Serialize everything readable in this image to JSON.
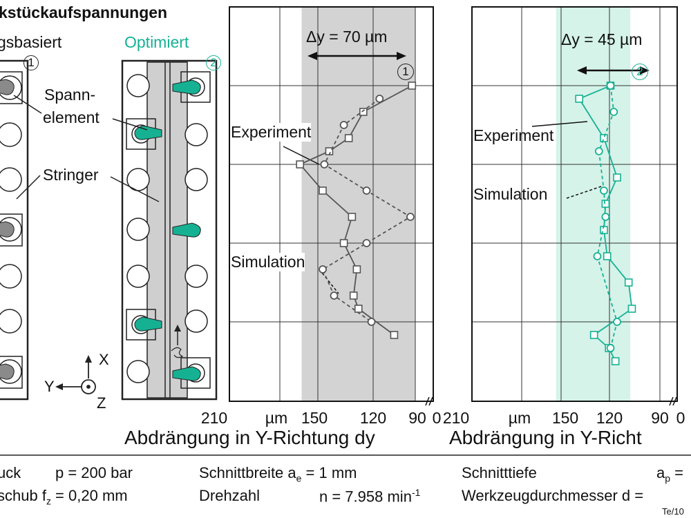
{
  "header": {
    "title": "kstückaufspannungen",
    "left_variant": "gsbasiert",
    "right_variant": "Optimiert",
    "marker1": "1",
    "marker2": "2"
  },
  "diagram": {
    "label_spannelement_1": "Spann-",
    "label_spannelement_2": "element",
    "label_stringer": "Stringer",
    "axis_x": "X",
    "axis_y": "Y",
    "axis_z": "Z"
  },
  "colors": {
    "teal": "#16b193",
    "gray": "#555555",
    "band_gray": "#d3d3d3",
    "band_teal": "#d5f3e9",
    "stringer": "#cfcfcf"
  },
  "chart_data": [
    {
      "type": "line",
      "title": "Δy = 70 µm",
      "marker": "1",
      "xlabel": "Abdrängung in Y-Richtung dy",
      "x_unit": "µm",
      "xlim_reversed": [
        210,
        0
      ],
      "x_axis_break": true,
      "x_ticks": [
        "210",
        "µm",
        "150",
        "120",
        "90",
        "0"
      ],
      "band_x": [
        160,
        90
      ],
      "series": [
        {
          "name": "Experiment",
          "style": "solid",
          "marker": "square",
          "x": [
            92,
            122,
            131,
            143,
            161,
            147,
            129,
            134,
            126,
            128,
            125,
            103
          ],
          "y": [
            1,
            3,
            5,
            6,
            7,
            9,
            11,
            13,
            15,
            17,
            18,
            20
          ]
        },
        {
          "name": "Simulation",
          "style": "dashed",
          "marker": "circle",
          "x": [
            112,
            134,
            146,
            120,
            93,
            120,
            147,
            140,
            117
          ],
          "y": [
            2,
            4,
            7,
            9,
            11,
            13,
            15,
            17,
            19
          ]
        }
      ],
      "annotations": [
        "Experiment",
        "Simulation"
      ]
    },
    {
      "type": "line",
      "title": "Δy = 45 µm",
      "marker": "2",
      "xlabel": "Abdrängung in Y-Richt",
      "x_unit": "µm",
      "xlim_reversed": [
        210,
        0
      ],
      "x_axis_break": true,
      "x_ticks": [
        "210",
        "µm",
        "150",
        "120",
        "90",
        "0"
      ],
      "band_x": [
        153,
        108
      ],
      "series": [
        {
          "name": "Experiment",
          "style": "solid",
          "marker": "square",
          "x": [
            120,
            139,
            124,
            116,
            123,
            124,
            122,
            109,
            107,
            130,
            121,
            117
          ],
          "y": [
            1,
            2,
            5,
            8,
            10,
            12,
            14,
            16,
            18,
            20,
            21,
            22
          ]
        },
        {
          "name": "Simulation",
          "style": "dashed",
          "marker": "circle",
          "x": [
            120,
            118,
            127,
            124,
            123,
            128,
            116,
            120
          ],
          "y": [
            1,
            3,
            6,
            9,
            11,
            14,
            19,
            21
          ]
        }
      ],
      "annotations": [
        "Experiment",
        "Simulation"
      ]
    }
  ],
  "footer": {
    "r1c1a": "uck",
    "r1c1b": "p = 200 bar",
    "r1c2a": "Schnittbreite a",
    "r1c2sub": "e",
    "r1c2b": " = 1 mm",
    "r1c3a": "Schnitttiefe",
    "r1c3b": "a",
    "r1c3sub": "p",
    "r1c3c": " =",
    "r2c1a": "schub f",
    "r2c1sub": "z",
    "r2c1b": " = 0,20 mm",
    "r2c2a": "Drehzahl",
    "r2c2b": "n = 7.958 min",
    "r2c2sup": "-1",
    "r2c3a": "Werkzeugdurchmesser d =",
    "credit": "Te/10"
  }
}
